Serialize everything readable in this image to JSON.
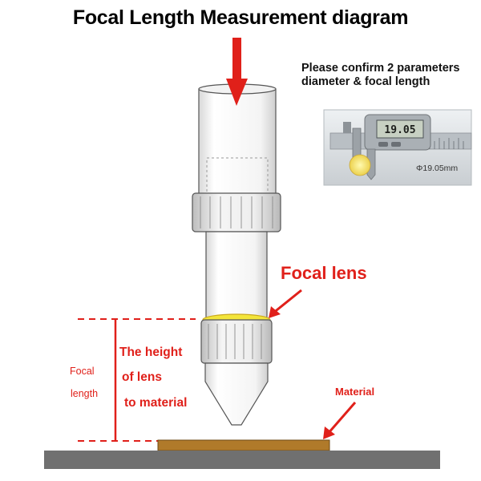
{
  "title": "Focal Length Measurement diagram",
  "note": {
    "line1": "Please confirm 2 parameters",
    "line2": "diameter & focal length"
  },
  "caliper": {
    "readout": "19.05",
    "diameter_label": "Φ19.05mm"
  },
  "labels": {
    "focal_lens": "Focal lens",
    "height_line1": "The height",
    "height_line2": "of lens",
    "height_line3": "to material",
    "focal_length_line1": "Focal",
    "focal_length_line2": "length",
    "material": "Material"
  },
  "colors": {
    "accent_red": "#e0201a",
    "lens_yellow": "#f3e53a",
    "material_brown": "#b07a2a",
    "base_gray": "#707070"
  }
}
